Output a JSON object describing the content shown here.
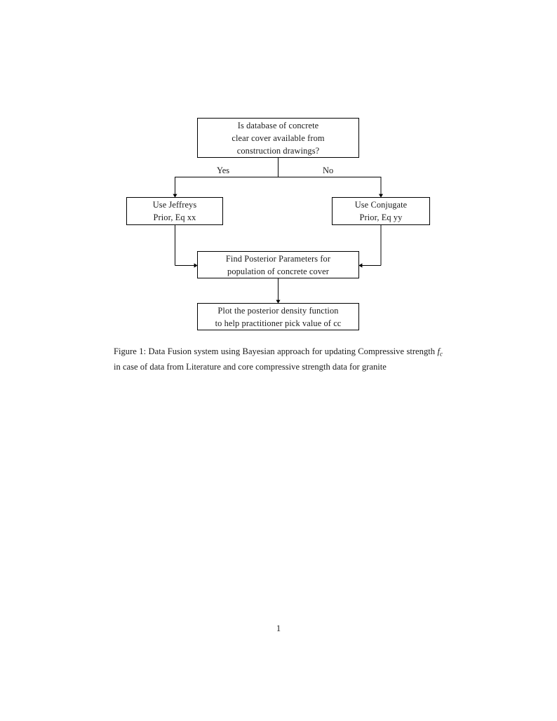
{
  "document": {
    "page_number": "1",
    "background_color": "#ffffff",
    "text_color": "#1a1a1a",
    "line_color": "#000000"
  },
  "figure": {
    "nodes": [
      {
        "id": "question",
        "lines": [
          "Is database of concrete",
          "clear cover available from",
          "construction drawings?"
        ]
      },
      {
        "id": "jeffreys",
        "lines": [
          "Use Jeffreys",
          "Prior, Eq xx"
        ]
      },
      {
        "id": "conjugate",
        "lines": [
          "Use Conjugate",
          "Prior, Eq yy"
        ]
      },
      {
        "id": "posterior",
        "lines": [
          "Find Posterior Parameters for",
          "population of concrete cover"
        ]
      },
      {
        "id": "plot",
        "lines": [
          "Plot the posterior density function",
          "to help practitioner pick value of cc"
        ]
      }
    ],
    "edge_labels": {
      "yes": "Yes",
      "no": "No"
    }
  },
  "caption": {
    "label": "Figure 1:",
    "part1": "Data Fusion system using Bayesian approach for updating Compressive strength",
    "math_variable": "f",
    "math_subscript": "c",
    "part2": "in case of data from Literature and core compressive strength data for granite"
  }
}
